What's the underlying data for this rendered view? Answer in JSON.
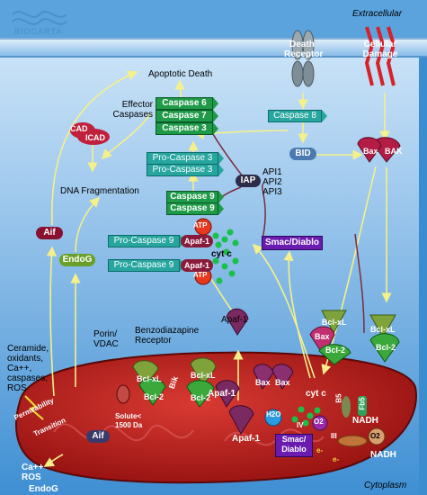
{
  "logo": "BIOCARTA",
  "compartments": {
    "extracellular": "Extracellular",
    "cytoplasm": "Cytoplasm"
  },
  "receptors": {
    "death_receptor": "Death Receptor",
    "cellular_damage": "Cellular Damage"
  },
  "labels": {
    "apoptotic_death": "Apoptotic Death",
    "effector_caspases": "Effector Caspases",
    "dna_fragmentation": "DNA Fragmentation",
    "porin_vdac": "Porin/ VDAC",
    "benzodiazapine_receptor": "Benzodiazapine Receptor",
    "ceramide_etc": "Ceramide, oxidants, Ca++, caspases, ROS",
    "permeability": "Permeability",
    "transition": "Transition",
    "solute": "Solute< 1500 Da",
    "ca_ros": "Ca++ ROS",
    "endog_bottom": "EndoG"
  },
  "proteins": {
    "caspase6": "Caspase 6",
    "caspase7": "Caspase 7",
    "caspase3": "Caspase 3",
    "caspase8": "Caspase 8",
    "procaspase3a": "Pro-Caspase 3",
    "procaspase3b": "Pro-Caspase 3",
    "caspase9a": "Caspase 9",
    "caspase9b": "Caspase 9",
    "procaspase9a": "Pro-Caspase 9",
    "procaspase9b": "Pro-Caspase 9",
    "cad": "CAD",
    "icad": "ICAD",
    "iap": "IAP",
    "api": "API1 API2 API3",
    "bid": "BID",
    "bax": "Bax",
    "bak": "BAK",
    "aif": "Aif",
    "aif2": "Aif",
    "endog": "EndoG",
    "atp1": "ATP",
    "atp2": "ATP",
    "apaf1a": "Apaf-1",
    "apaf1b": "Apaf-1",
    "apaf1c": "Apaf-1",
    "apaf1d": "Apaf-1",
    "apaf1e": "Apaf-1",
    "cytc": "cyt c",
    "cytc2": "cyt c",
    "smac": "Smac/Diablo",
    "smac2": "Smac/ Diablo",
    "bclxl_r": "Bcl-xL",
    "bax_r": "Bax",
    "bcl2_r": "Bcl-2",
    "bclxl_r2": "Bcl-xL",
    "bcl2_r2": "Bcl-2",
    "bclxl_m1": "Bcl-xL",
    "bcl2_m1": "Bcl-2",
    "bik": "Bik",
    "bclxl_m2": "Bcl-xL",
    "bcl2_m2": "Bcl-2",
    "bax_m1": "Bax",
    "bax_m2": "Bax",
    "h2o": "H2O",
    "o2a": "O2",
    "o2b": "O2",
    "nadh1": "NADH",
    "nadh2": "NADH",
    "b5": "B5",
    "fb5": "Fb5",
    "iv": "IV",
    "iii": "III",
    "e1": "e-",
    "e2": "e-"
  },
  "colors": {
    "background": "#2d7fc4",
    "cytoplasm_light": "#c8e0f4",
    "membrane": "#9fc8ec",
    "caspase_green": "#1e9a48",
    "procaspase_teal": "#27a6a0",
    "mitochondrion": "#b51212",
    "smac_purple": "#6a1bb0",
    "arrow": "#f5f08a",
    "inhibit": "#7a2c3c"
  }
}
